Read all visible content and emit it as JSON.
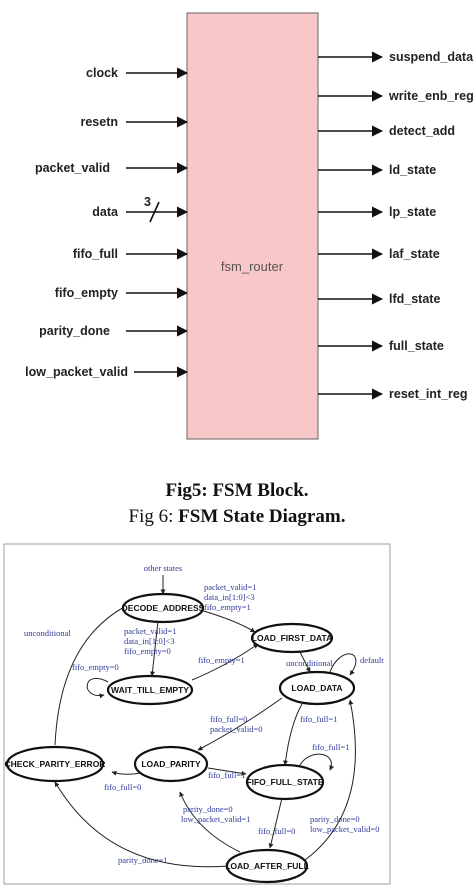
{
  "fsm_block": {
    "label": "fsm_router",
    "bus_width": "3",
    "inputs": [
      "clock",
      "resetn",
      "packet_valid",
      "data",
      "fifo_full",
      "fifo_empty",
      "parity_done",
      "low_packet_valid"
    ],
    "outputs": [
      "suspend_data",
      "write_enb_reg",
      "detect_add",
      "ld_state",
      "lp_state",
      "laf_state",
      "lfd_state",
      "full_state",
      "reset_int_reg"
    ],
    "block_color": "#f8c8c8"
  },
  "captions": {
    "fig5_prefix": "Fig5: ",
    "fig5_bold": "FSM Block.",
    "fig6_prefix": "Fig 6: ",
    "fig6_bold": "FSM State Diagram."
  },
  "state_diagram": {
    "states": {
      "decode_address": "DECODE_ADDRESS",
      "load_first_data": "LOAD_FIRST_DATA",
      "wait_till_empty": "WAIT_TILL_EMPTY",
      "load_data": "LOAD_DATA",
      "check_parity_error": "CHECK_PARITY_ERROR",
      "load_parity": "LOAD_PARITY",
      "fifo_full_state": "FIFO_FULL_STATE",
      "load_after_full": "LOAD_AFTER_FULL"
    },
    "conditions": {
      "other_states": "other states",
      "da_lfd_1": "packet_valid=1",
      "da_lfd_2": "data_in[1:0]<3",
      "da_lfd_3": "fifo_empty=1",
      "da_wte_1": "packet_valid=1",
      "da_wte_2": "data_in[1:0]<3",
      "da_wte_3": "fifo_empty=0",
      "wte_self": "fifo_empty=0",
      "wte_lfd": "fifo_empty=1",
      "cpe_da": "unconditional",
      "lfd_ld": "unconditional",
      "ld_self": "default",
      "ld_lp_1": "fifo_full=0",
      "ld_lp_2": "packet_valid=0",
      "ld_ffs": "fifo_full=1",
      "ffs_self": "fifo_full=1",
      "lp_cpe": "fifo_full=0",
      "lp_ffs": "fifo_full=1",
      "laf_lp_1": "parity_done=0",
      "laf_lp_2": "low_packet_valid=1",
      "ffs_laf": "fifo_full=0",
      "laf_ld_1": "parity_done=0",
      "laf_ld_2": "low_packet_valid=0",
      "laf_cpe": "parity_done=1"
    }
  }
}
